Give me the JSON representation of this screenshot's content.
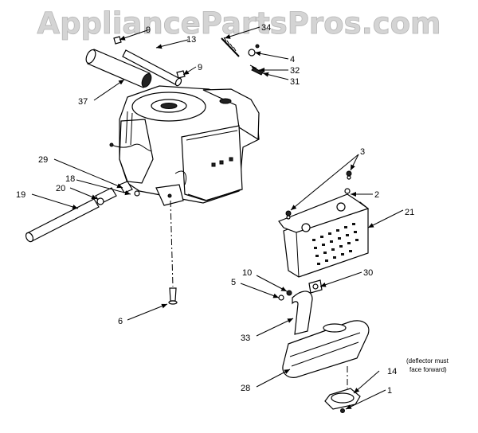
{
  "watermark": "AppliancePartsPros.com",
  "callouts": {
    "c9a": "9",
    "c13": "13",
    "c34": "34",
    "c9b": "9",
    "c4": "4",
    "c32": "32",
    "c31": "31",
    "c37": "37",
    "c29": "29",
    "c18": "18",
    "c20": "20",
    "c19": "19",
    "c3": "3",
    "c2": "2",
    "c21": "21",
    "c6": "6",
    "c10": "10",
    "c5": "5",
    "c30": "30",
    "c33": "33",
    "c28": "28",
    "c14": "14",
    "c1": "1"
  },
  "note": {
    "line1": "(deflector must",
    "line2": "face forward)"
  }
}
